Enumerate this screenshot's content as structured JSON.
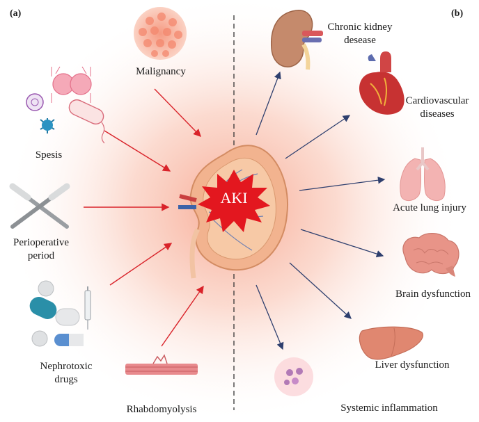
{
  "panels": {
    "left": "(a)",
    "right": "(b)"
  },
  "center": {
    "label": "AKI"
  },
  "causes": [
    {
      "lines": [
        "Malignancy"
      ]
    },
    {
      "lines": [
        "Spesis"
      ]
    },
    {
      "lines": [
        "Perioperative",
        "period"
      ]
    },
    {
      "lines": [
        "Nephrotoxic",
        "drugs"
      ]
    },
    {
      "lines": [
        "Rhabdomyolysis"
      ]
    }
  ],
  "outcomes": [
    {
      "lines": [
        "Chronic kidney",
        "desease"
      ]
    },
    {
      "lines": [
        "Cardiovascular",
        "diseases"
      ]
    },
    {
      "lines": [
        "Acute lung injury"
      ]
    },
    {
      "lines": [
        "Brain dysfunction"
      ]
    },
    {
      "lines": [
        "Liver dysfunction"
      ]
    },
    {
      "lines": [
        "Systemic inflammation"
      ]
    }
  ],
  "colors": {
    "cause_arrow": "#d9232a",
    "outcome_arrow": "#2e3f6e",
    "aki_star": "#e3171f",
    "glow": "#f7a58e"
  }
}
